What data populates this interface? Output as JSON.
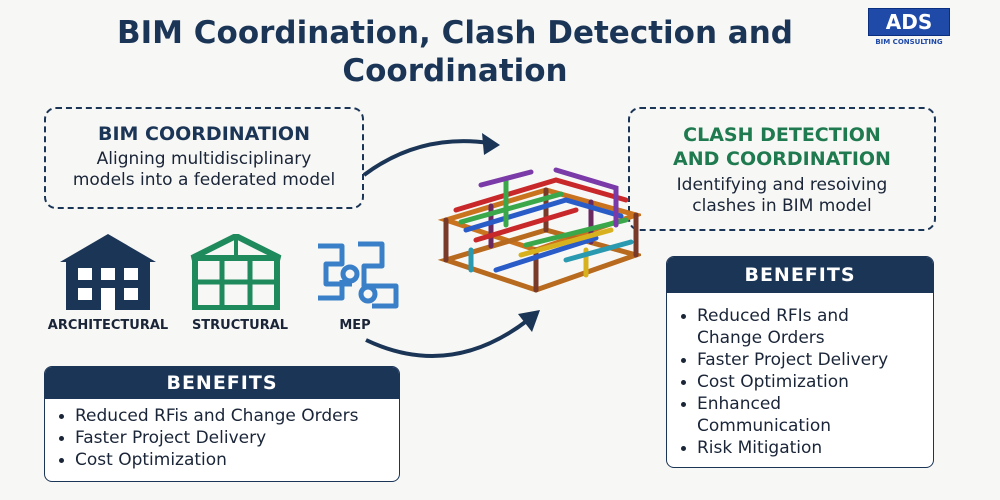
{
  "title": "BIM Coordination, Clash Detection and Coordination",
  "logo": {
    "text": "ADS",
    "subtext": "BIM CONSULTING"
  },
  "bim_coordination": {
    "heading": "BIM COORDINATION",
    "line1": "Aligning multidisciplinary",
    "line2": "models into a federated model"
  },
  "clash_detection": {
    "heading_line1": "CLASH DETECTION",
    "heading_line2": "AND COORDINATION",
    "line1": "Identifying and resoiving",
    "line2": "clashes in BIM model"
  },
  "disciplines": [
    {
      "label": "ARCHITECTURAL",
      "icon": "building-icon"
    },
    {
      "label": "STRUCTURAL",
      "icon": "frame-structure-icon"
    },
    {
      "label": "MEP",
      "icon": "pipes-icon"
    }
  ],
  "benefits_left": {
    "heading": "BENEFITS",
    "items": [
      "Reduced RFis and Change Orders",
      "Faster Project Delivery",
      "Cost Optimization"
    ]
  },
  "benefits_right": {
    "heading": "BENEFITS",
    "items": [
      "Reduced RFIs and\nChange Orders",
      "Faster Project Delivery",
      "Cost Optimization",
      "Enhanced\nCommunication",
      "Risk Mitigation"
    ]
  },
  "colors": {
    "navy": "#1b3557",
    "green": "#1f7a4f",
    "logo_blue": "#1f4aa8"
  }
}
